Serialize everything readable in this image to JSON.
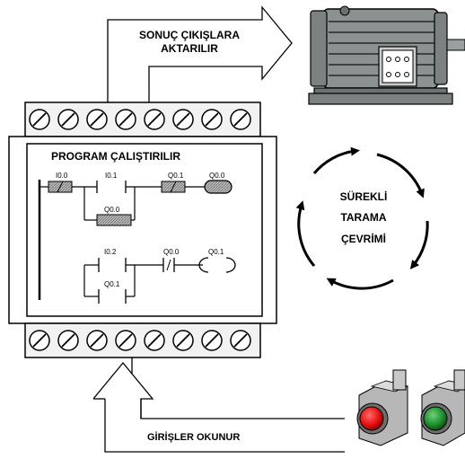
{
  "labels": {
    "output_arrow_line1": "SONUÇ ÇIKIŞLARA",
    "output_arrow_line2": "AKTARILIR",
    "program_title": "PROGRAM ÇALIŞTIRILIR",
    "cycle_line1": "SÜREKLİ",
    "cycle_line2": "TARAMA",
    "cycle_line3": "ÇEVRİMİ",
    "input_label": "GİRİŞLER OKUNUR"
  },
  "ladder": {
    "top_rung": {
      "contact_1": "I0.0",
      "contact_2": "I0.1",
      "contact_3": "Q0.1",
      "coil": "Q0.0",
      "branch_contact": "Q0.0"
    },
    "bottom_rung": {
      "contact_1": "I0.2",
      "contact_2": "Q0.0",
      "coil": "Q0.1",
      "branch_contact": "Q0.1"
    }
  },
  "colors": {
    "plc_body": "#ffffff",
    "terminal_strip": "#f2f2f2",
    "highlight_fill": "#a9a9a9",
    "motor_body": "#8c9292",
    "button_red": "#e81010",
    "button_green": "#1d8f2a"
  }
}
